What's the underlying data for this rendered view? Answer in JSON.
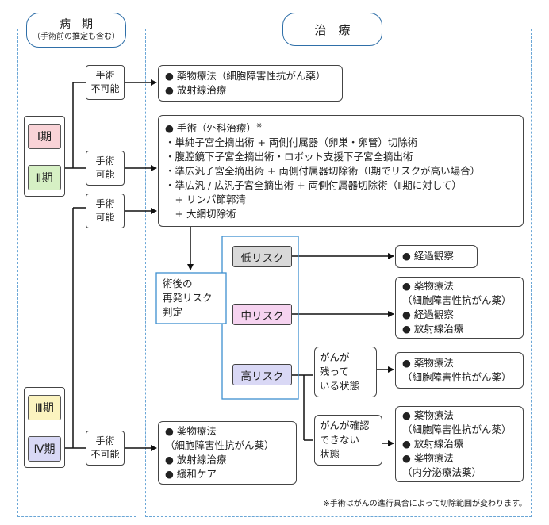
{
  "stage_panel": {
    "title": "病　期",
    "subtitle": "（手術前の推定も含む）",
    "stages": {
      "s1": "Ⅰ期",
      "s2": "Ⅱ期",
      "s3": "Ⅲ期",
      "s4": "Ⅳ期"
    }
  },
  "treatment_panel": {
    "title": "治　療"
  },
  "surgery_labels": {
    "top_not_possible": [
      "手術",
      "不可能"
    ],
    "possible_1": [
      "手術",
      "可能"
    ],
    "possible_2": [
      "手術",
      "可能"
    ],
    "bottom_not_possible": [
      "手術",
      "不可能"
    ]
  },
  "boxes": {
    "top_treatment": [
      "● 薬物療法（細胞障害性抗がん薬）",
      "● 放射線治療"
    ],
    "surgery_title": "● 手術（外科治療）",
    "surgery_mark": "※",
    "surgery_items": [
      "・単純子宮全摘出術 + 両側付属器（卵巣・卵管）切除術",
      "・腹腔鏡下子宮全摘出術・ロボット支援下子宮全摘出術",
      "・準広汎子宮全摘出術 + 両側付属器切除術（Ⅰ期でリスクが高い場合）",
      "・準広汎 / 広汎子宮全摘出術 + 両側付属器切除術（Ⅱ期に対して）",
      "　+ リンパ節郭清",
      "　+ 大網切除術"
    ],
    "recurrence_risk": [
      "術後の",
      "再発リスク",
      "判定"
    ],
    "bottom_treatment": [
      "● 薬物療法",
      "（細胞障害性抗がん薬）",
      "● 放射線治療",
      "● 緩和ケア"
    ]
  },
  "risks": {
    "low": "低リスク",
    "mid": "中リスク",
    "high": "高リスク"
  },
  "risk_colors": {
    "low": "#d9d9d9",
    "mid": "#f6d3f0",
    "high": "#d9d8f5"
  },
  "stage_colors": {
    "s1": "#f9d3d7",
    "s2": "#d6f0c4",
    "s3": "#fbf3bf",
    "s4": "#d8d8f5"
  },
  "outcomes": {
    "low": [
      "● 経過観察"
    ],
    "mid": [
      "● 薬物療法",
      "（細胞障害性抗がん薬）",
      "● 経過観察",
      "● 放射線治療"
    ],
    "remaining_label": [
      "がんが",
      "残って",
      "いる状態"
    ],
    "remaining": [
      "● 薬物療法",
      "（細胞障害性抗がん薬）"
    ],
    "unconfirmed_label": [
      "がんが確認",
      "できない",
      "状態"
    ],
    "unconfirmed": [
      "● 薬物療法",
      "（細胞障害性抗がん薬）",
      "● 放射線治療",
      "● 薬物療法",
      "（内分泌療法薬）"
    ]
  },
  "footnote": "※手術はがんの進行具合によって切除範囲が変わります。"
}
